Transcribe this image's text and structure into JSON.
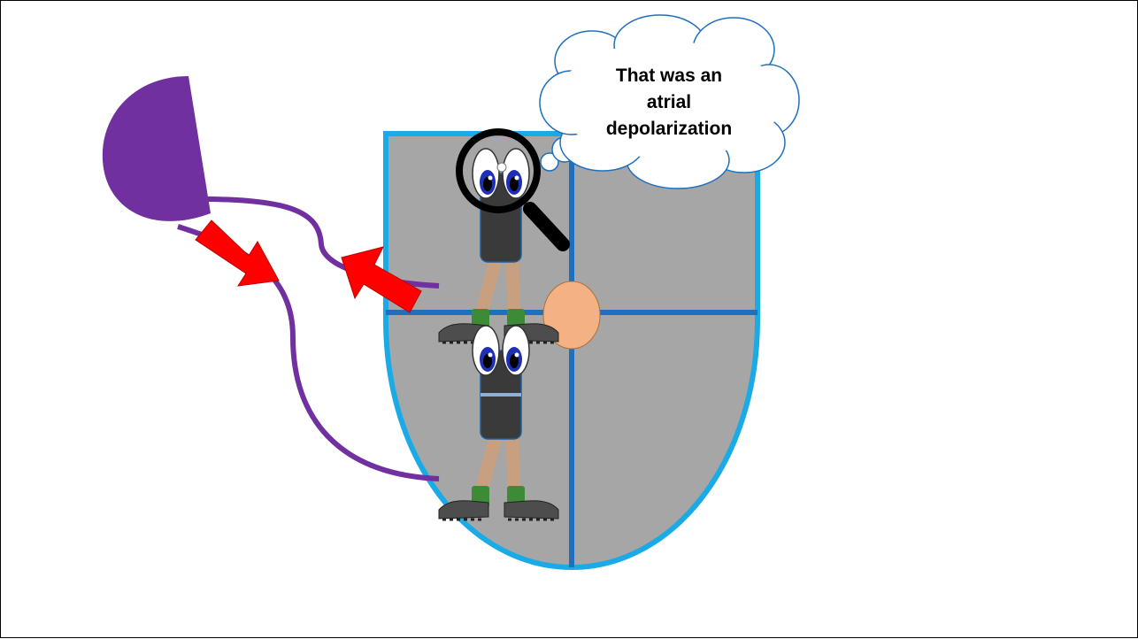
{
  "speech_bubble": {
    "line1": "That was an",
    "line2": "atrial",
    "line3": "depolarization"
  },
  "colors": {
    "shield_fill": "#a6a6a6",
    "shield_border": "#1aabe6",
    "grid_line": "#1f6fbf",
    "pathway": "#7030a0",
    "arrow": "#ff0000",
    "node": "#f4b183",
    "sock": "#3d8b37",
    "boot": "#4d4d4d",
    "skin": "#c9a07f",
    "iris": "#1f2fb5"
  },
  "icons": [
    "magnifying-glass-icon",
    "thought-cloud",
    "arrow",
    "eye"
  ]
}
